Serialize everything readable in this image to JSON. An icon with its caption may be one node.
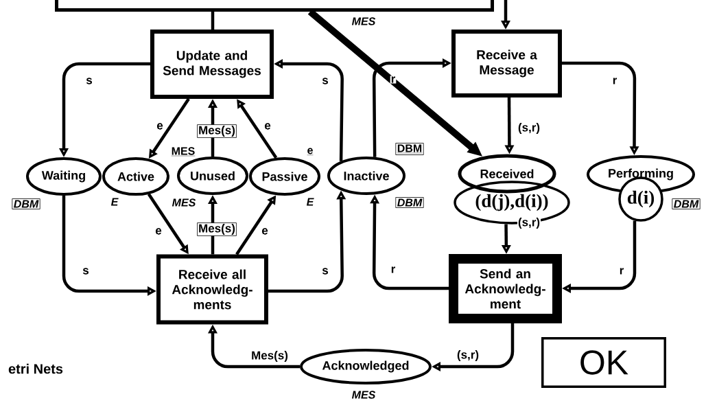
{
  "diagram": {
    "nodes": [
      {
        "text": [],
        "shape": "box"
      },
      {
        "text": [
          "Update and Send Messages"
        ]
      },
      {
        "text": [
          "Receive a Message"
        ]
      },
      {
        "text": [
          "Waiting"
        ]
      },
      {
        "text": [
          "Active"
        ]
      },
      {
        "text": [
          "Unused"
        ]
      },
      {
        "text": [
          "Passive"
        ]
      },
      {
        "text": [
          "Inactive"
        ]
      },
      {
        "text": [
          "Received"
        ]
      },
      {
        "text": [
          "(d(j),d(i))"
        ]
      },
      {
        "text": [
          "Performing"
        ]
      },
      {
        "text": [
          "d(i)"
        ]
      },
      {
        "text": [
          "Receive all Acknowledg- ments"
        ]
      },
      {
        "text": [
          "Send an Acknowledg- ment"
        ]
      },
      {
        "text": [
          "Acknowledged"
        ]
      },
      {
        "text": [
          "OK"
        ]
      }
    ],
    "edges": [
      {
        "from": 0,
        "to": 1,
        "arrow": "none"
      },
      {
        "from": null,
        "to": 2,
        "arrow": "to"
      },
      {
        "from": 0,
        "to": 8,
        "arrow": "to",
        "style": "thick"
      },
      {
        "from": 1,
        "to": 3,
        "arrow": "to",
        "label": "s"
      },
      {
        "from": 1,
        "to": 4,
        "arrow": "to",
        "label": "e"
      },
      {
        "from": 5,
        "to": 1,
        "arrow": "to",
        "label": "Mes(s)"
      },
      {
        "from": 6,
        "to": 1,
        "arrow": "to",
        "label": "e"
      },
      {
        "from": 7,
        "to": 1,
        "arrow": "to",
        "label": "s"
      },
      {
        "from": 3,
        "to": 12,
        "arrow": "to",
        "label": "s"
      },
      {
        "from": 4,
        "to": 12,
        "arrow": "to",
        "label": "e"
      },
      {
        "from": 12,
        "to": 5,
        "arrow": "to",
        "label": "Mes(s)"
      },
      {
        "from": 12,
        "to": 6,
        "arrow": "to",
        "label": "e"
      },
      {
        "from": 12,
        "to": 7,
        "arrow": "to",
        "label": "s"
      },
      {
        "from": 7,
        "to": 2,
        "arrow": "to",
        "label": "r"
      },
      {
        "from": 2,
        "to": 8,
        "arrow": "to",
        "label": "(s,r)"
      },
      {
        "from": 2,
        "to": 10,
        "arrow": "to",
        "label": "r"
      },
      {
        "from": 9,
        "to": 13,
        "arrow": "to",
        "label": "(s,r)"
      },
      {
        "from": 13,
        "to": 7,
        "arrow": "to",
        "label": "r"
      },
      {
        "from": 11,
        "to": 13,
        "arrow": "to",
        "label": "r"
      },
      {
        "from": 13,
        "to": 14,
        "arrow": "to",
        "label": "(s,r)"
      },
      {
        "from": 14,
        "to": 12,
        "arrow": "to",
        "label": "Mes(s)"
      }
    ],
    "labels": [
      "MES",
      "MES",
      "e",
      "DBM",
      "DBM",
      "E",
      "MES",
      "E",
      "DBM",
      "DBM",
      "etri Nets",
      "MES"
    ]
  }
}
